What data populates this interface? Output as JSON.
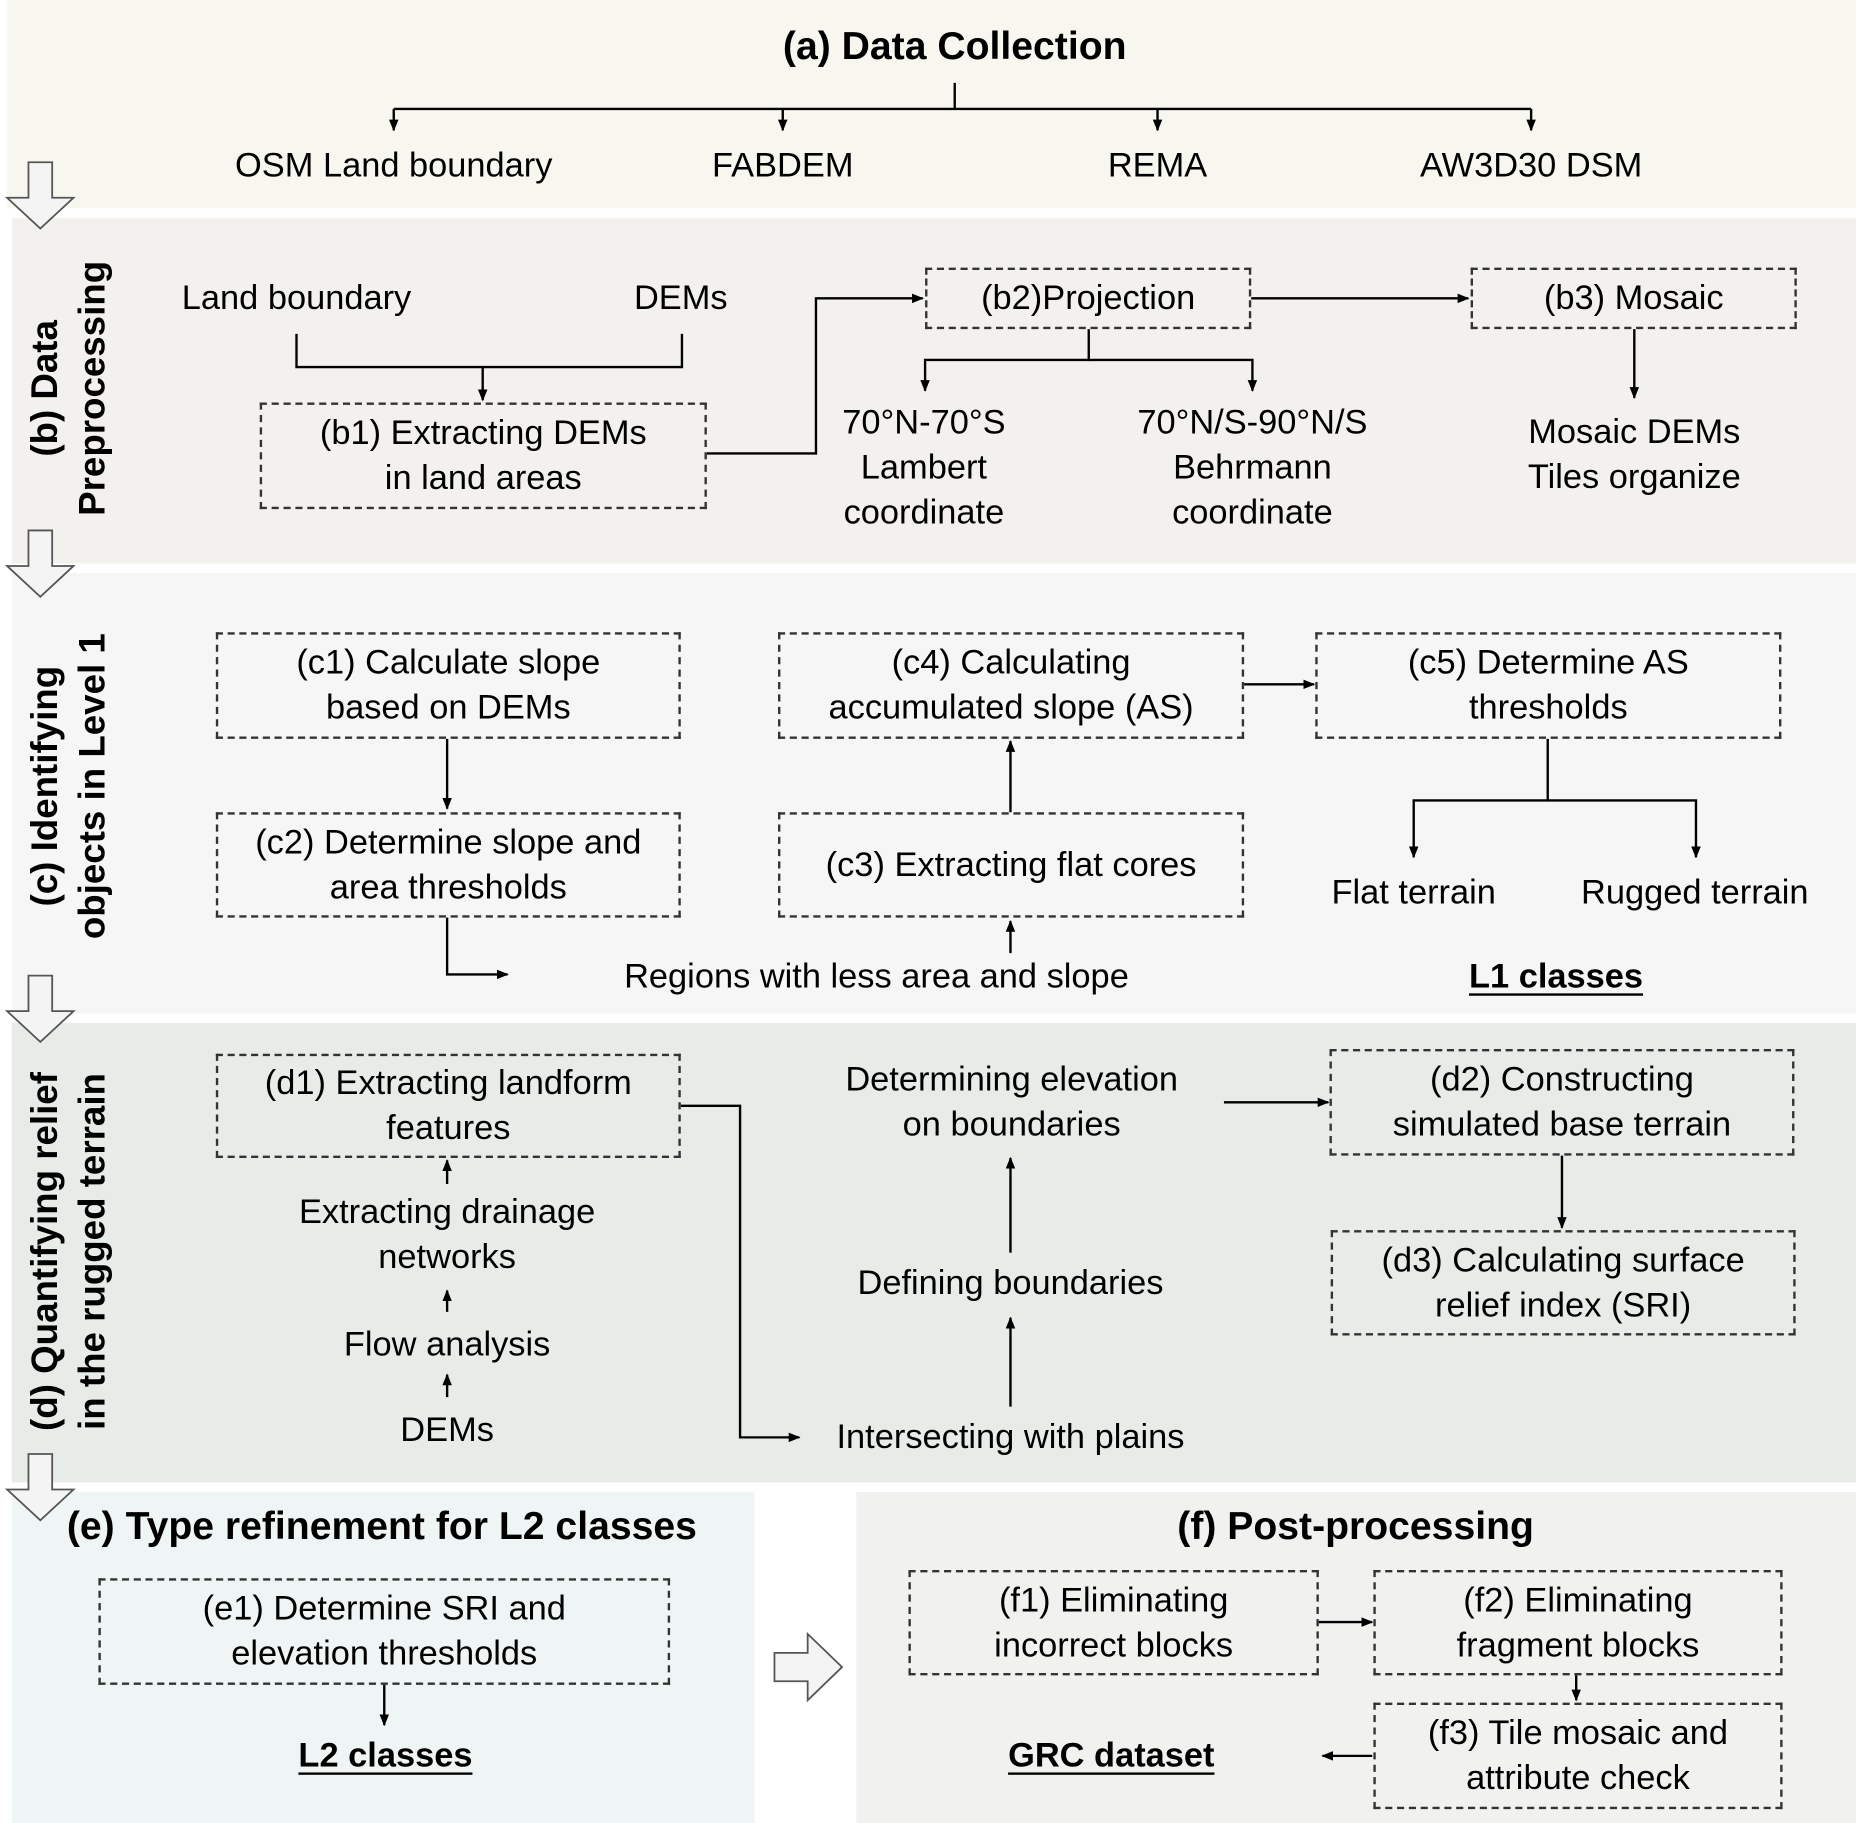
{
  "colors": {
    "a_bg": "#f7f6ef",
    "b_bg": "#f3f1ed",
    "c_bg": "#f5f6f5",
    "d_bg": "#e7ece8",
    "e_bg": "#eff5f4",
    "f_bg": "#f1f1f0"
  },
  "a": {
    "title": "(a) Data Collection",
    "items": [
      "OSM Land boundary",
      "FABDEM",
      "REMA",
      "AW3D30 DSM"
    ]
  },
  "b": {
    "label_line1": "(b) Data",
    "label_line2": "Preprocessing",
    "land": "Land boundary",
    "dems": "DEMs",
    "b1_l1": "(b1) Extracting DEMs",
    "b1_l2": "in land areas",
    "b2": "(b2)Projection",
    "b3": "(b3) Mosaic",
    "p1_l1": "70°N-70°S",
    "p1_l2": "Lambert",
    "p1_l3": "coordinate",
    "p2_l1": "70°N/S-90°N/S",
    "p2_l2": "Behrmann",
    "p2_l3": "coordinate",
    "m_l1": "Mosaic DEMs",
    "m_l2": "Tiles organize"
  },
  "c": {
    "label_line1": "(c) Identifying",
    "label_line2": "objects in Level 1",
    "c1_l1": "(c1) Calculate slope",
    "c1_l2": "based on DEMs",
    "c2_l1": "(c2) Determine slope and",
    "c2_l2": "area thresholds",
    "c3": "(c3) Extracting flat cores",
    "c4_l1": "(c4) Calculating",
    "c4_l2": "accumulated slope (AS)",
    "c5_l1": "(c5) Determine AS",
    "c5_l2": "thresholds",
    "regions": "Regions with less area and slope",
    "flat": "Flat terrain",
    "rugged": "Rugged terrain",
    "l1": "L1 classes"
  },
  "d": {
    "label_line1": "(d) Quantifying relief",
    "label_line2": "in the rugged terrain",
    "d1_l1": "(d1) Extracting landform",
    "d1_l2": "features",
    "drain_l1": "Extracting drainage",
    "drain_l2": "networks",
    "flow": "Flow analysis",
    "dems": "DEMs",
    "elev_l1": "Determining elevation",
    "elev_l2": "on boundaries",
    "defb": "Defining boundaries",
    "inter": "Intersecting with plains",
    "d2_l1": "(d2) Constructing",
    "d2_l2": "simulated base terrain",
    "d3_l1": "(d3) Calculating surface",
    "d3_l2": "relief index (SRI)"
  },
  "e": {
    "title": "(e) Type refinement for L2 classes",
    "e1_l1": "(e1) Determine SRI and",
    "e1_l2": "elevation thresholds",
    "l2": "L2 classes"
  },
  "f": {
    "title": "(f) Post-processing",
    "f1_l1": "(f1) Eliminating",
    "f1_l2": "incorrect blocks",
    "f2_l1": "(f2) Eliminating",
    "f2_l2": "fragment blocks",
    "f3_l1": "(f3) Tile mosaic and",
    "f3_l2": "attribute check",
    "grc": "GRC dataset"
  }
}
